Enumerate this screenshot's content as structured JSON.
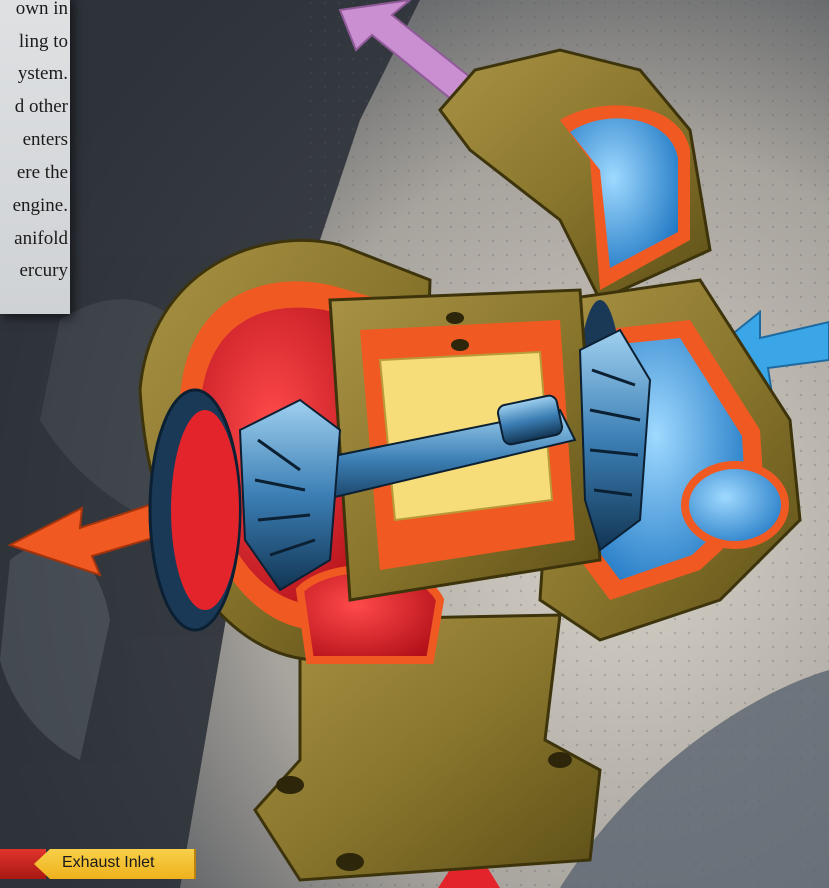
{
  "panel": {
    "lines": [
      "own in",
      "ling to",
      "ystem.",
      "d other",
      "enters",
      "ere the",
      "engine.",
      "anifold",
      "ercury"
    ]
  },
  "labels": {
    "exhaust_inlet": "Exhaust Inlet"
  },
  "colors": {
    "hot_red": "#e3242b",
    "hot_orange": "#f05a22",
    "cold_blue": "#3aa6e8",
    "housing_olive": "#8c7a2e",
    "bearing_yellow": "#f7dc7a",
    "flow_pink": "#c98fd0",
    "label_yellow": "#f3c02a"
  },
  "icons": {
    "arrow_pink": "outlet-arrow-up-left",
    "arrow_blue": "intake-arrow-left",
    "arrow_orange_left": "exhaust-out-arrow-left",
    "arrow_red_bottom": "exhaust-in-arrow-up"
  }
}
